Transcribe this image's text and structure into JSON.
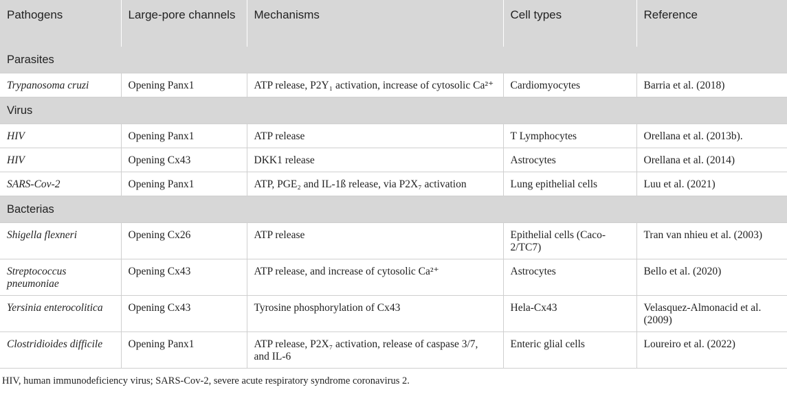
{
  "columns": [
    "Pathogens",
    "Large-pore channels",
    "Mechanisms",
    "Cell types",
    "Reference"
  ],
  "groups": [
    {
      "label": "Parasites",
      "rows": [
        {
          "pathogen": "Trypanosoma cruzi",
          "channel": "Opening Panx1",
          "mechanism": "ATP release, P2Y₁ activation, increase of cytosolic Ca²⁺",
          "cell_type": "Cardiomyocytes",
          "reference": "Barria et al. (2018)"
        }
      ]
    },
    {
      "label": "Virus",
      "rows": [
        {
          "pathogen": "HIV",
          "channel": "Opening Panx1",
          "mechanism": "ATP release",
          "cell_type": "T Lymphocytes",
          "reference": "Orellana et al. (2013b)."
        },
        {
          "pathogen": "HIV",
          "channel": "Opening Cx43",
          "mechanism": "DKK1 release",
          "cell_type": "Astrocytes",
          "reference": "Orellana et al. (2014)"
        },
        {
          "pathogen": "SARS-Cov-2",
          "channel": "Opening Panx1",
          "mechanism": "ATP, PGE₂ and IL-1ß release, via P2X₇ activation",
          "cell_type": "Lung epithelial cells",
          "reference": "Luu et al. (2021)"
        }
      ]
    },
    {
      "label": "Bacterias",
      "rows": [
        {
          "pathogen": "Shigella flexneri",
          "channel": "Opening Cx26",
          "mechanism": "ATP release",
          "cell_type": "Epithelial cells (Caco-2/TC7)",
          "reference": "Tran van nhieu et al. (2003)"
        },
        {
          "pathogen": "Streptococcus pneumoniae",
          "channel": "Opening Cx43",
          "mechanism": "ATP release, and increase of cytosolic Ca²⁺",
          "cell_type": "Astrocytes",
          "reference": "Bello et al. (2020)"
        },
        {
          "pathogen": "Yersinia enterocolitica",
          "channel": "Opening Cx43",
          "mechanism": "Tyrosine phosphorylation of Cx43",
          "cell_type": "Hela-Cx43",
          "reference": "Velasquez-Almonacid et al. (2009)"
        },
        {
          "pathogen": "Clostridioides difficile",
          "channel": "Opening Panx1",
          "mechanism": "ATP release, P2X₇ activation, release of caspase 3/7, and IL-6",
          "cell_type": "Enteric glial cells",
          "reference": "Loureiro et al. (2022)"
        }
      ]
    }
  ],
  "footnote": "HIV, human immunodeficiency virus; SARS-Cov-2, severe acute respiratory syndrome coronavirus 2."
}
